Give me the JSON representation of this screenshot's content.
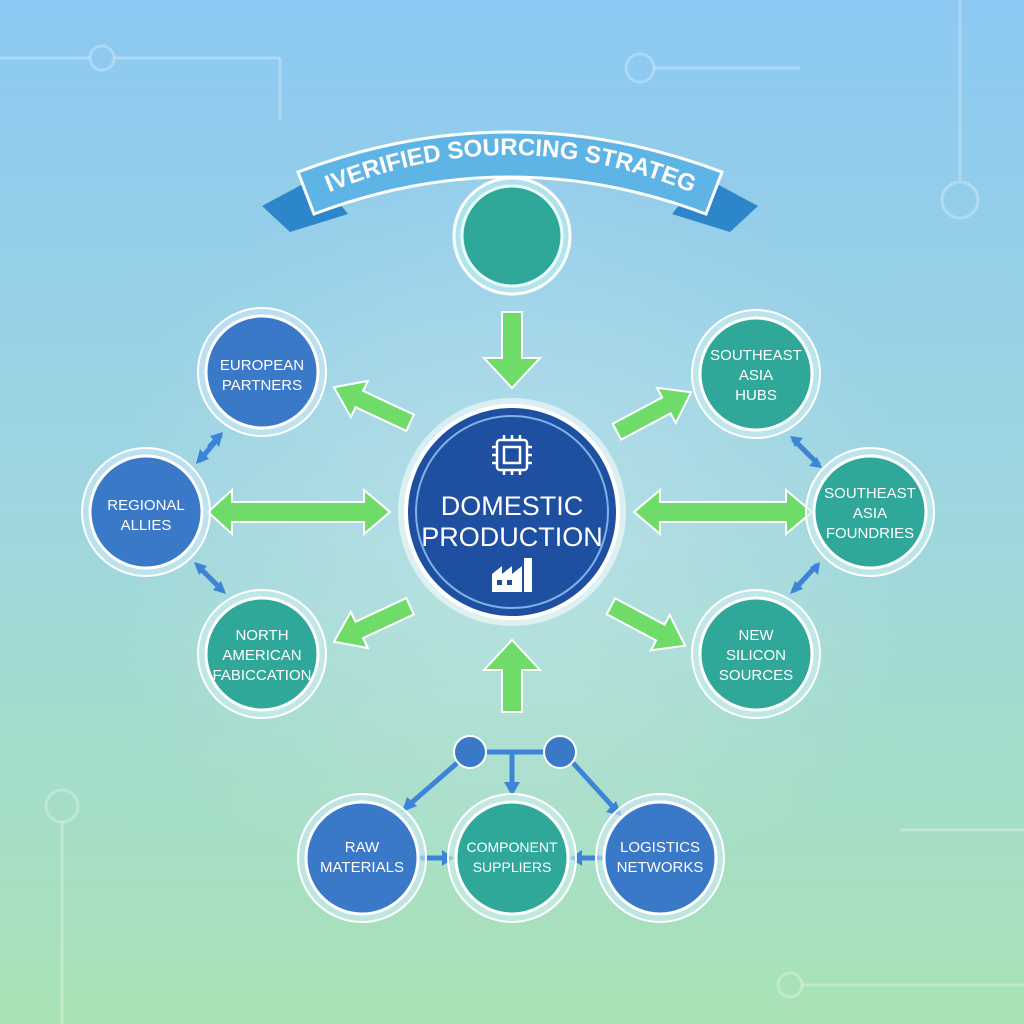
{
  "title": "DIVERIFIED SOURCING STRATEGY",
  "colors": {
    "blue_node": "#3a78c8",
    "teal_node": "#2fa89a",
    "center_node": "#1f4fa0",
    "arrow_green": "#6fdc6a",
    "arrow_blue": "#3d83d6",
    "banner": "#5fb4e6"
  },
  "center": {
    "lines": [
      "DOMESTIC",
      "PRODUCTION"
    ],
    "icons": [
      "chip-icon",
      "factory-icon"
    ]
  },
  "nodes": {
    "top": {
      "lines": []
    },
    "european_partners": {
      "lines": [
        "EUROPEAN",
        "PARTNERS"
      ]
    },
    "regional_allies": {
      "lines": [
        "REGIONAL",
        "ALLIES"
      ]
    },
    "north_american": {
      "lines": [
        "NORTH",
        "AMERICAN",
        "FABICCATION"
      ]
    },
    "southeast_asia_hubs": {
      "lines": [
        "SOUTHEAST",
        "ASIA",
        "HUBS"
      ]
    },
    "southeast_asia_foundries": {
      "lines": [
        "SOUTHEAST",
        "ASIA",
        "FOUNDRIES"
      ]
    },
    "new_silicon_sources": {
      "lines": [
        "NEW",
        "SILICON",
        "SOURCES"
      ]
    },
    "raw_materials": {
      "lines": [
        "RAW",
        "MATERIALS"
      ]
    },
    "component_suppliers": {
      "lines": [
        "COMPONENT",
        "SUPPLIERS"
      ]
    },
    "logistics_networks": {
      "lines": [
        "LOGISTICS",
        "NETWORKS"
      ]
    }
  }
}
